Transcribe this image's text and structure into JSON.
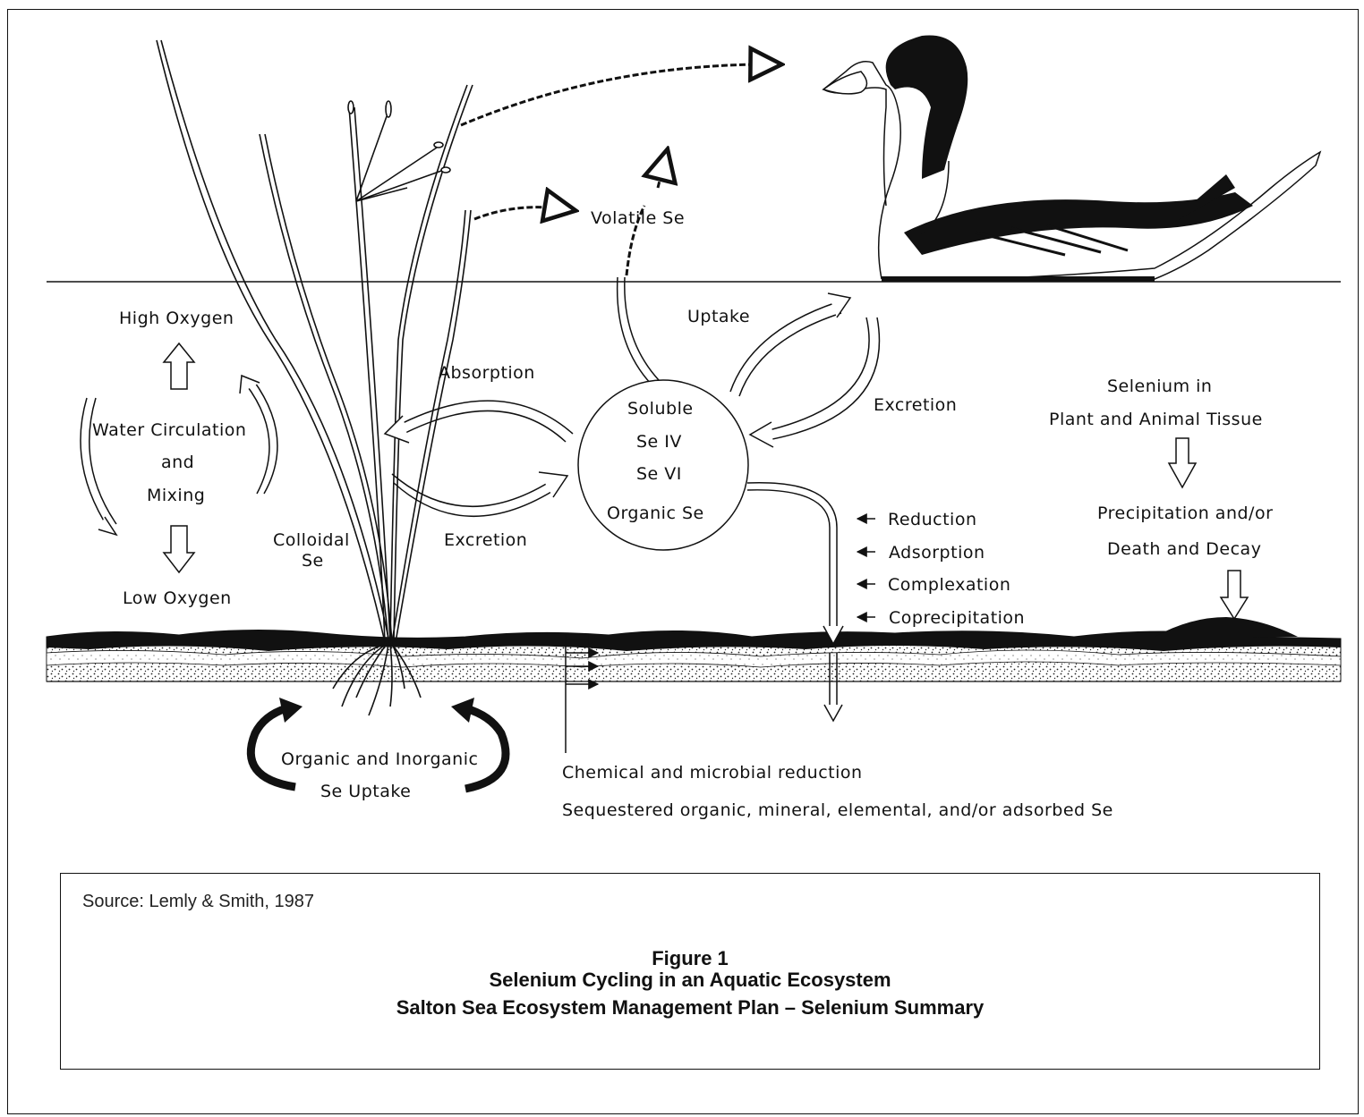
{
  "labels": {
    "volatile_se": "Volatile Se",
    "high_oxygen": "High Oxygen",
    "low_oxygen": "Low Oxygen",
    "water_circ_1": "Water Circulation",
    "water_circ_2": "and",
    "water_circ_3": "Mixing",
    "colloidal_1": "Colloidal",
    "colloidal_2": "Se",
    "absorption": "Absorption",
    "excretion_left": "Excretion",
    "uptake": "Uptake",
    "excretion_right": "Excretion",
    "soluble_1": "Soluble",
    "soluble_2": "Se IV",
    "soluble_3": "Se VI",
    "soluble_4": "Organic Se",
    "tissue_1": "Selenium in",
    "tissue_2": "Plant and Animal Tissue",
    "precip_1": "Precipitation and/or",
    "precip_2": "Death and Decay",
    "reduction": "Reduction",
    "adsorption": "Adsorption",
    "complexation": "Complexation",
    "coprecipitation": "Coprecipitation",
    "uptake_se_1": "Organic and Inorganic",
    "uptake_se_2": "Se Uptake",
    "chem_reduction": "Chemical and microbial reduction",
    "sequestered": "Sequestered organic, mineral, elemental, and/or adsorbed Se"
  },
  "caption": {
    "source": "Source: Lemly & Smith, 1987",
    "figure": "Figure 1",
    "title": "Selenium Cycling in an Aquatic Ecosystem",
    "subtitle": "Salton Sea Ecosystem Management Plan – Selenium Summary"
  }
}
